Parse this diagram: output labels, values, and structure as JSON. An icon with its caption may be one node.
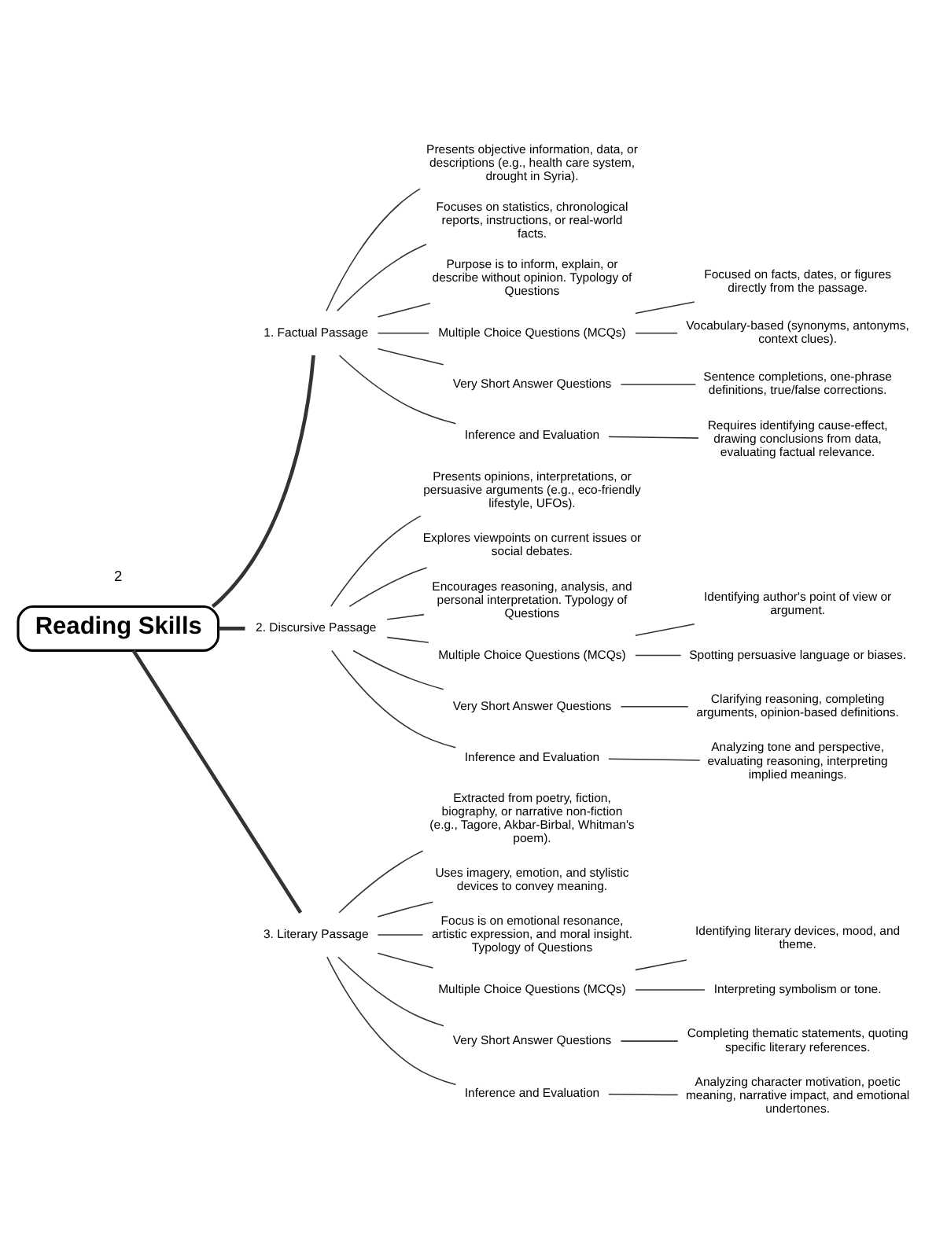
{
  "diagram": {
    "nodes": [
      {
        "text": [
          "Reading Skills"
        ]
      },
      {
        "text": [
          "1. Factual Passage"
        ]
      },
      {
        "text": [
          "Presents objective information, data, or descriptions (e.g., health care system, drought in Syria)."
        ]
      },
      {
        "text": [
          "Focuses on statistics, chronological reports, instructions, or real-world facts."
        ]
      },
      {
        "text": [
          "Purpose is to inform, explain, or describe without opinion. Typology of Questions"
        ]
      },
      {
        "text": [
          "Multiple Choice Questions (MCQs)"
        ]
      },
      {
        "text": [
          "Focused on facts, dates, or figures directly from the passage."
        ]
      },
      {
        "text": [
          "Vocabulary-based (synonyms, antonyms, context clues)."
        ]
      },
      {
        "text": [
          "Very Short Answer Questions"
        ]
      },
      {
        "text": [
          "Sentence completions, one-phrase definitions, true/false corrections."
        ]
      },
      {
        "text": [
          "Inference and Evaluation"
        ]
      },
      {
        "text": [
          "Requires identifying cause-effect, drawing conclusions from data, evaluating factual relevance."
        ]
      },
      {
        "text": [
          "2. Discursive Passage"
        ]
      },
      {
        "text": [
          "Presents opinions, interpretations, or persuasive arguments (e.g., eco-friendly lifestyle, UFOs)."
        ]
      },
      {
        "text": [
          "Explores viewpoints on current issues or social debates."
        ]
      },
      {
        "text": [
          "Encourages reasoning, analysis, and personal interpretation. Typology of Questions"
        ]
      },
      {
        "text": [
          "Multiple Choice Questions (MCQs)"
        ]
      },
      {
        "text": [
          "Identifying author's point of view or argument."
        ]
      },
      {
        "text": [
          "Spotting persuasive language or biases."
        ]
      },
      {
        "text": [
          "Very Short Answer Questions"
        ]
      },
      {
        "text": [
          "Clarifying reasoning, completing arguments, opinion-based definitions."
        ]
      },
      {
        "text": [
          "Inference and Evaluation"
        ]
      },
      {
        "text": [
          "Analyzing tone and perspective, evaluating reasoning, interpreting implied meanings."
        ]
      },
      {
        "text": [
          "3. Literary Passage"
        ]
      },
      {
        "text": [
          "Extracted from poetry, fiction, biography, or narrative non-fiction (e.g., Tagore, Akbar-Birbal, Whitman's poem)."
        ]
      },
      {
        "text": [
          "Uses imagery, emotion, and stylistic devices to convey meaning."
        ]
      },
      {
        "text": [
          "Focus is on emotional resonance, artistic expression, and moral insight. Typology of Questions"
        ]
      },
      {
        "text": [
          "Multiple Choice Questions (MCQs)"
        ]
      },
      {
        "text": [
          "Identifying literary devices, mood, and theme."
        ]
      },
      {
        "text": [
          "Interpreting symbolism or tone."
        ]
      },
      {
        "text": [
          "Very Short Answer Questions"
        ]
      },
      {
        "text": [
          "Completing thematic statements, quoting specific literary references."
        ]
      },
      {
        "text": [
          "Inference and Evaluation"
        ]
      },
      {
        "text": [
          "Analyzing character motivation, poetic meaning, narrative impact, and emotional undertones."
        ]
      }
    ],
    "edges": [
      {
        "from": 0,
        "to": 1,
        "arrow": "none",
        "style": "thick"
      },
      {
        "from": 1,
        "to": 2,
        "arrow": "none"
      },
      {
        "from": 1,
        "to": 3,
        "arrow": "none"
      },
      {
        "from": 1,
        "to": 4,
        "arrow": "none"
      },
      {
        "from": 1,
        "to": 5,
        "arrow": "none"
      },
      {
        "from": 5,
        "to": 6,
        "arrow": "none"
      },
      {
        "from": 5,
        "to": 7,
        "arrow": "none"
      },
      {
        "from": 1,
        "to": 8,
        "arrow": "none"
      },
      {
        "from": 8,
        "to": 9,
        "arrow": "none"
      },
      {
        "from": 1,
        "to": 10,
        "arrow": "none"
      },
      {
        "from": 10,
        "to": 11,
        "arrow": "none"
      },
      {
        "from": 0,
        "to": 12,
        "arrow": "none",
        "style": "thick"
      },
      {
        "from": 12,
        "to": 13,
        "arrow": "none"
      },
      {
        "from": 12,
        "to": 14,
        "arrow": "none"
      },
      {
        "from": 12,
        "to": 15,
        "arrow": "none"
      },
      {
        "from": 12,
        "to": 16,
        "arrow": "none"
      },
      {
        "from": 16,
        "to": 17,
        "arrow": "none"
      },
      {
        "from": 16,
        "to": 18,
        "arrow": "none"
      },
      {
        "from": 12,
        "to": 19,
        "arrow": "none"
      },
      {
        "from": 19,
        "to": 20,
        "arrow": "none"
      },
      {
        "from": 12,
        "to": 21,
        "arrow": "none"
      },
      {
        "from": 21,
        "to": 22,
        "arrow": "none"
      },
      {
        "from": 0,
        "to": 23,
        "arrow": "none",
        "style": "thick"
      },
      {
        "from": 23,
        "to": 24,
        "arrow": "none"
      },
      {
        "from": 23,
        "to": 25,
        "arrow": "none"
      },
      {
        "from": 23,
        "to": 26,
        "arrow": "none"
      },
      {
        "from": 23,
        "to": 27,
        "arrow": "none"
      },
      {
        "from": 27,
        "to": 28,
        "arrow": "none"
      },
      {
        "from": 27,
        "to": 29,
        "arrow": "none"
      },
      {
        "from": 23,
        "to": 30,
        "arrow": "none"
      },
      {
        "from": 30,
        "to": 31,
        "arrow": "none"
      },
      {
        "from": 23,
        "to": 32,
        "arrow": "none"
      },
      {
        "from": 32,
        "to": 33,
        "arrow": "none"
      }
    ],
    "labels": [
      "2"
    ]
  }
}
